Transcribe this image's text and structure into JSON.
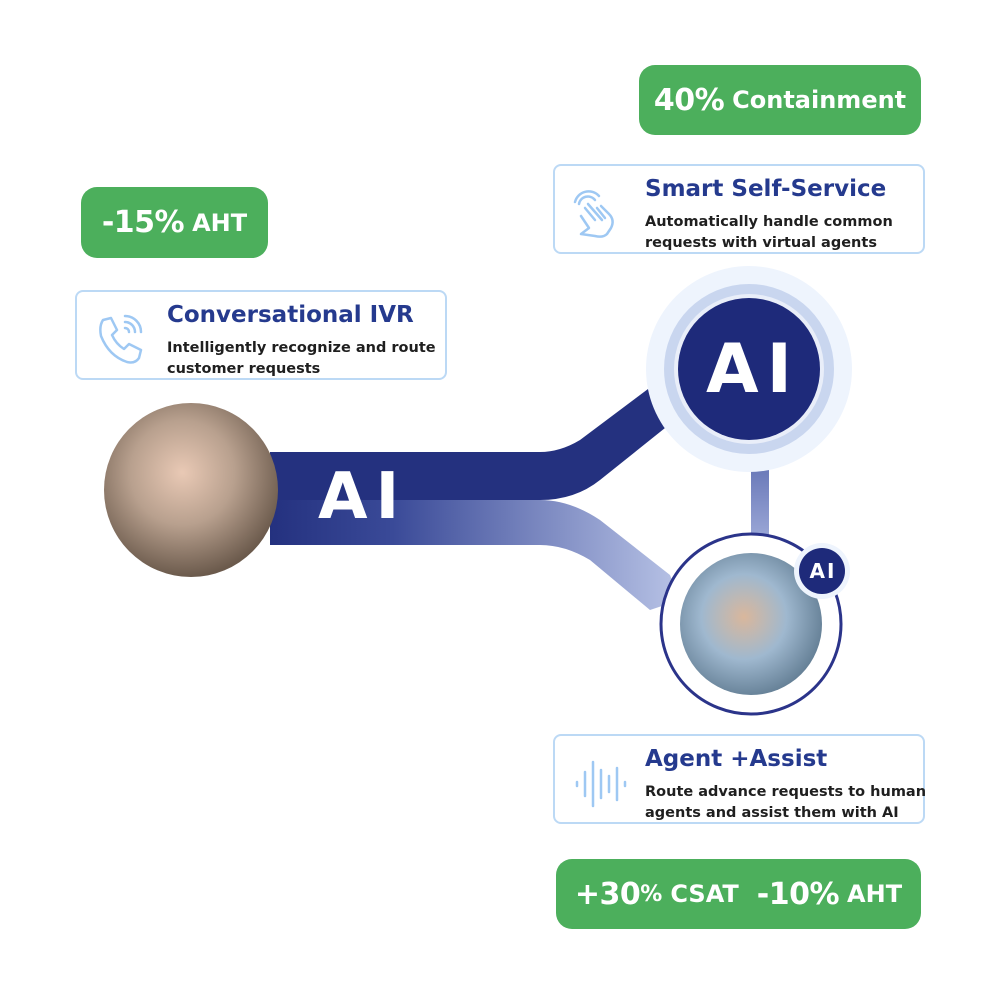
{
  "badges": {
    "containment": {
      "value": "40%",
      "label": "Containment"
    },
    "ivr_aht": {
      "value": "-15%",
      "label": "AHT"
    },
    "assist": {
      "csat_value": "+30",
      "csat_pct": "%",
      "csat_label": "CSAT",
      "aht_value": "-10%",
      "aht_label": "AHT"
    }
  },
  "cards": {
    "self_service": {
      "icon": "tap-hand-icon",
      "title": "Smart Self-Service",
      "desc": "Automatically handle common requests with virtual agents"
    },
    "ivr": {
      "icon": "phone-ringing-icon",
      "title": "Conversational IVR",
      "desc": "Intelligently recognize and route customer requests"
    },
    "agent_assist": {
      "icon": "sound-wave-icon",
      "title": "Agent +Assist",
      "desc": "Route advance requests to human agents and assist them with AI"
    }
  },
  "nodes": {
    "flow_label": "AI",
    "hub_label": "AI",
    "agent_badge_label": "AI",
    "customer": "customer-photo",
    "agent": "agent-photo"
  },
  "colors": {
    "navy": "#24317f",
    "green": "#4caf5c",
    "card_border": "#bcd9f5",
    "title_blue": "#253a8e",
    "icon_blue": "#9ec8f3"
  }
}
